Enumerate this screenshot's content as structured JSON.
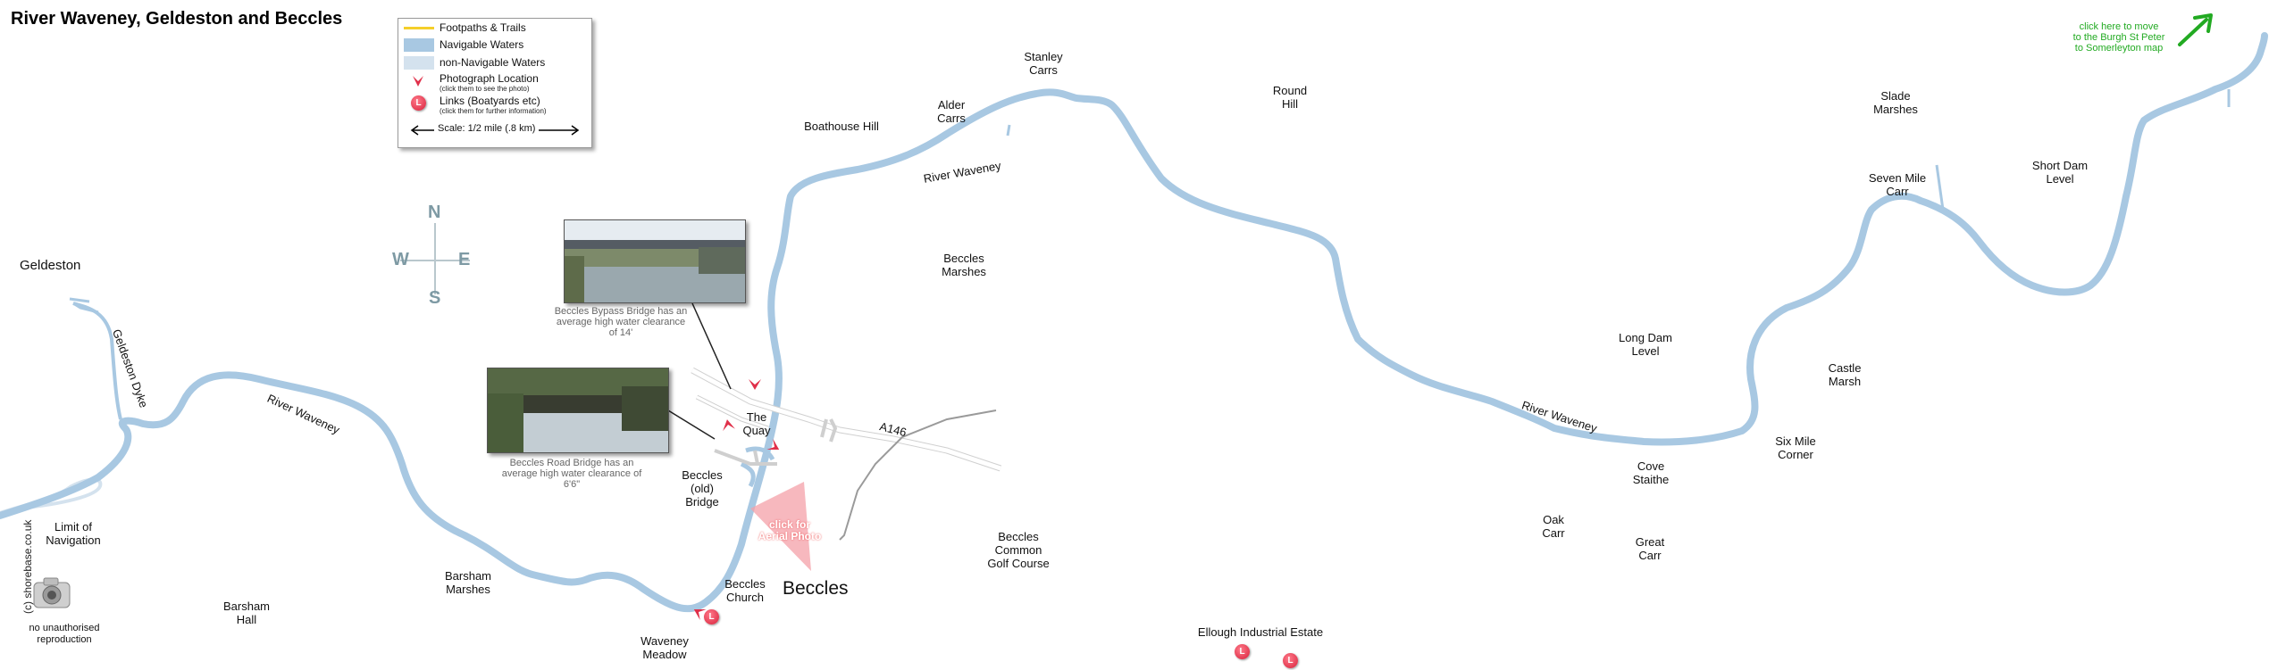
{
  "title": "River Waveney, Geldeston and Beccles",
  "legend": {
    "footpaths": "Footpaths & Trails",
    "navigable": "Navigable Waters",
    "non_navigable": "non-Navigable Waters",
    "photo_location": "Photograph Location",
    "photo_hint": "(click them to see the photo)",
    "links": "Links (Boatyards etc)",
    "links_hint": "(click them for further information)",
    "scale": "Scale: 1/2 mile (.8 km)"
  },
  "compass": {
    "n": "N",
    "s": "S",
    "e": "E",
    "w": "W"
  },
  "photos": {
    "bypass_caption": "Beccles Bypass Bridge has an average high water clearance of 14'",
    "road_caption": "Beccles Road Bridge has an average high water clearance of 6'6\""
  },
  "places": {
    "geldeston": "Geldeston",
    "geldeston_dyke": "Geldeston Dyke",
    "river_waveney_1": "River Waveney",
    "river_waveney_2": "River Waveney",
    "river_waveney_3": "River Waveney",
    "limit_nav_1": "Limit of",
    "limit_nav_2": "Navigation",
    "barsham_hall_1": "Barsham",
    "barsham_hall_2": "Hall",
    "barsham_marshes_1": "Barsham",
    "barsham_marshes_2": "Marshes",
    "waveney_meadow_1": "Waveney",
    "waveney_meadow_2": "Meadow",
    "beccles_church_1": "Beccles",
    "beccles_church_2": "Church",
    "beccles": "Beccles",
    "old_bridge_1": "Beccles",
    "old_bridge_2": "(old)",
    "old_bridge_3": "Bridge",
    "the_quay_1": "The",
    "the_quay_2": "Quay",
    "a146": "A146",
    "boathouse_hill": "Boathouse Hill",
    "alder_carrs_1": "Alder",
    "alder_carrs_2": "Carrs",
    "stanley_carrs_1": "Stanley",
    "stanley_carrs_2": "Carrs",
    "round_hill_1": "Round",
    "round_hill_2": "Hill",
    "beccles_marshes_1": "Beccles",
    "beccles_marshes_2": "Marshes",
    "golf_1": "Beccles",
    "golf_2": "Common",
    "golf_3": "Golf Course",
    "ellough": "Ellough Industrial Estate",
    "oak_carr_1": "Oak",
    "oak_carr_2": "Carr",
    "great_carr_1": "Great",
    "great_carr_2": "Carr",
    "cove_staithe_1": "Cove",
    "cove_staithe_2": "Staithe",
    "six_mile_1": "Six Mile",
    "six_mile_2": "Corner",
    "castle_marsh_1": "Castle",
    "castle_marsh_2": "Marsh",
    "long_dam_1": "Long Dam",
    "long_dam_2": "Level",
    "seven_mile_1": "Seven Mile",
    "seven_mile_2": "Carr",
    "slade_1": "Slade",
    "slade_2": "Marshes",
    "short_dam_1": "Short Dam",
    "short_dam_2": "Level"
  },
  "aerial": {
    "line1": "click for",
    "line2": "Aerial Photo"
  },
  "next_map": {
    "line1": "click here to move",
    "line2": "to the Burgh St Peter",
    "line3": "to Somerleyton map"
  },
  "copyright": {
    "site": "(c) shorebase.co.uk",
    "note1": "no unauthorised",
    "note2": "reproduction"
  },
  "marker_letter": "L",
  "colors": {
    "river": "#a8c8e2",
    "non_navigable": "#d4e2ee",
    "footpath": "#f5cf2a",
    "road": "#bfbfbf",
    "photo_marker": "#e0304a",
    "link_green": "#22aa22"
  }
}
